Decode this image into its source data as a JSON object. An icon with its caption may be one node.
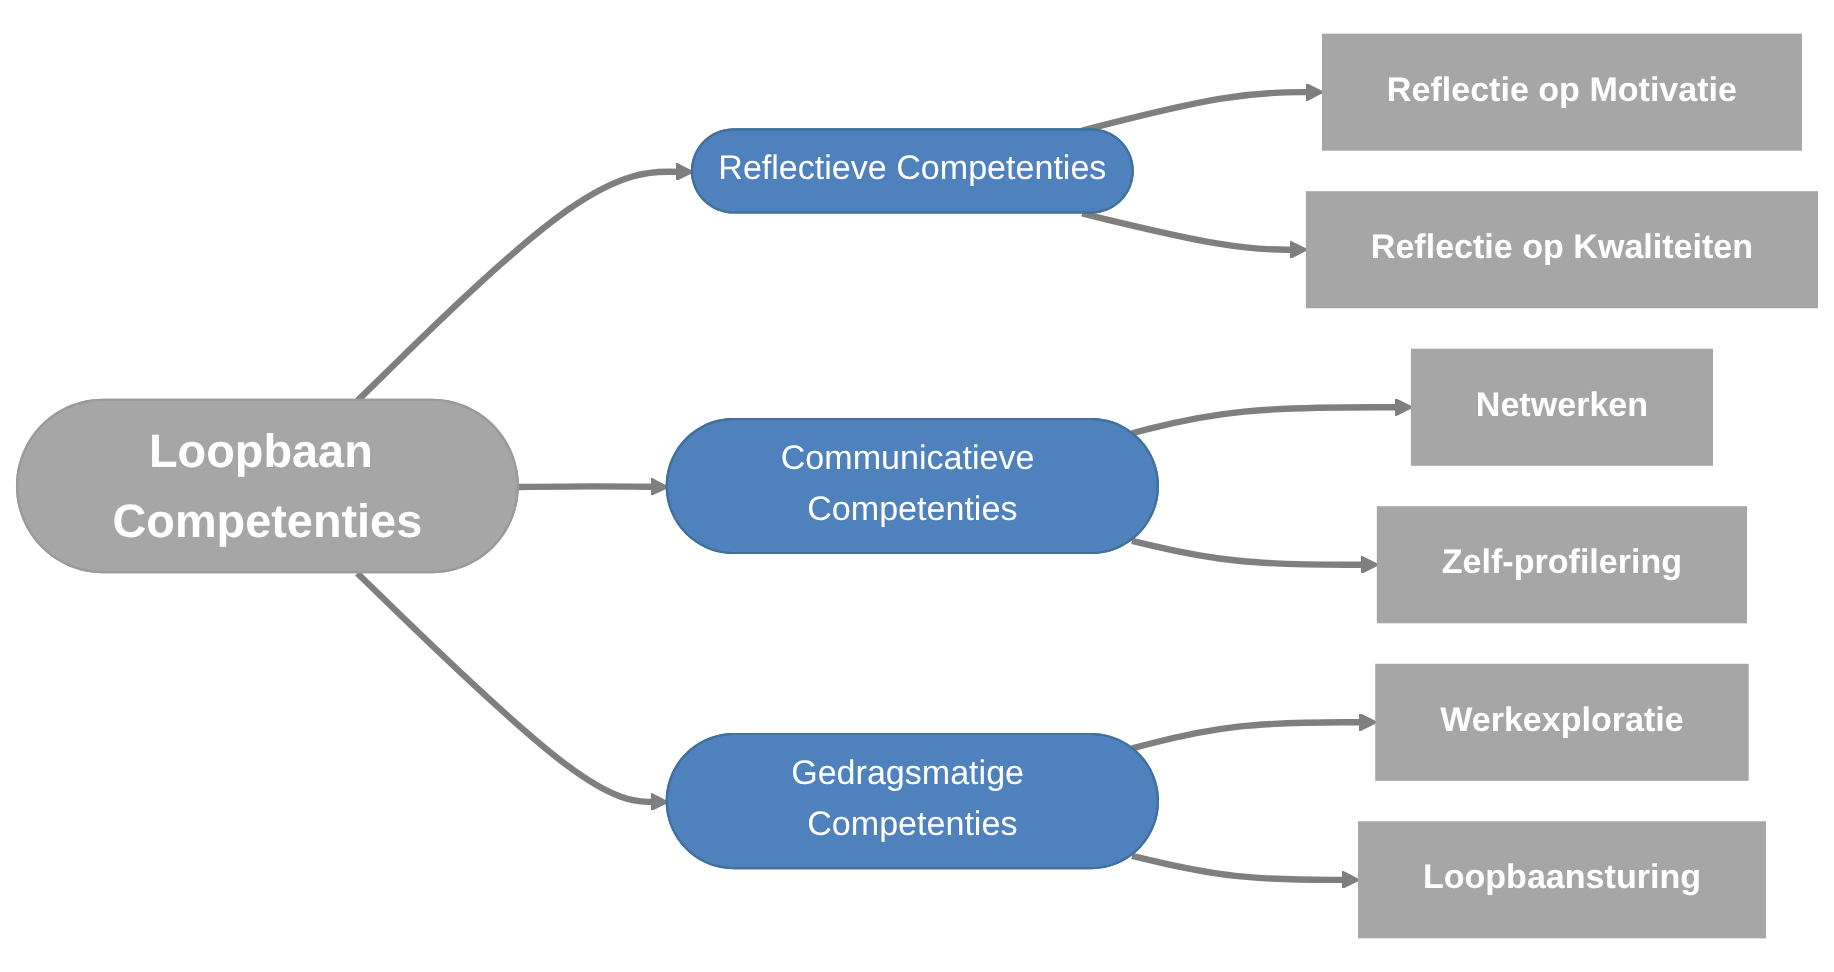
{
  "diagram": {
    "nodes": [
      {
        "text": [
          "Loopbaan Competenties"
        ]
      },
      {
        "text": [
          "Reflectieve Competenties"
        ]
      },
      {
        "text": [
          "Communicatieve Competenties"
        ]
      },
      {
        "text": [
          "Gedragsmatige Competenties"
        ]
      },
      {
        "text": [
          "Reflectie op Motivatie"
        ]
      },
      {
        "text": [
          "Reflectie op Kwaliteiten"
        ]
      },
      {
        "text": [
          "Netwerken"
        ]
      },
      {
        "text": [
          "Zelf-profilering"
        ]
      },
      {
        "text": [
          "Werkexploratie"
        ]
      },
      {
        "text": [
          "Loopbaansturing"
        ]
      }
    ],
    "edges": [
      {
        "from": 0,
        "to": 1,
        "arrow": "to"
      },
      {
        "from": 0,
        "to": 2,
        "arrow": "to"
      },
      {
        "from": 0,
        "to": 3,
        "arrow": "to"
      },
      {
        "from": 1,
        "to": 4,
        "arrow": "to"
      },
      {
        "from": 1,
        "to": 5,
        "arrow": "to"
      },
      {
        "from": 2,
        "to": 6,
        "arrow": "to"
      },
      {
        "from": 2,
        "to": 7,
        "arrow": "to"
      },
      {
        "from": 3,
        "to": 8,
        "arrow": "to"
      },
      {
        "from": 3,
        "to": 9,
        "arrow": "to"
      }
    ]
  }
}
